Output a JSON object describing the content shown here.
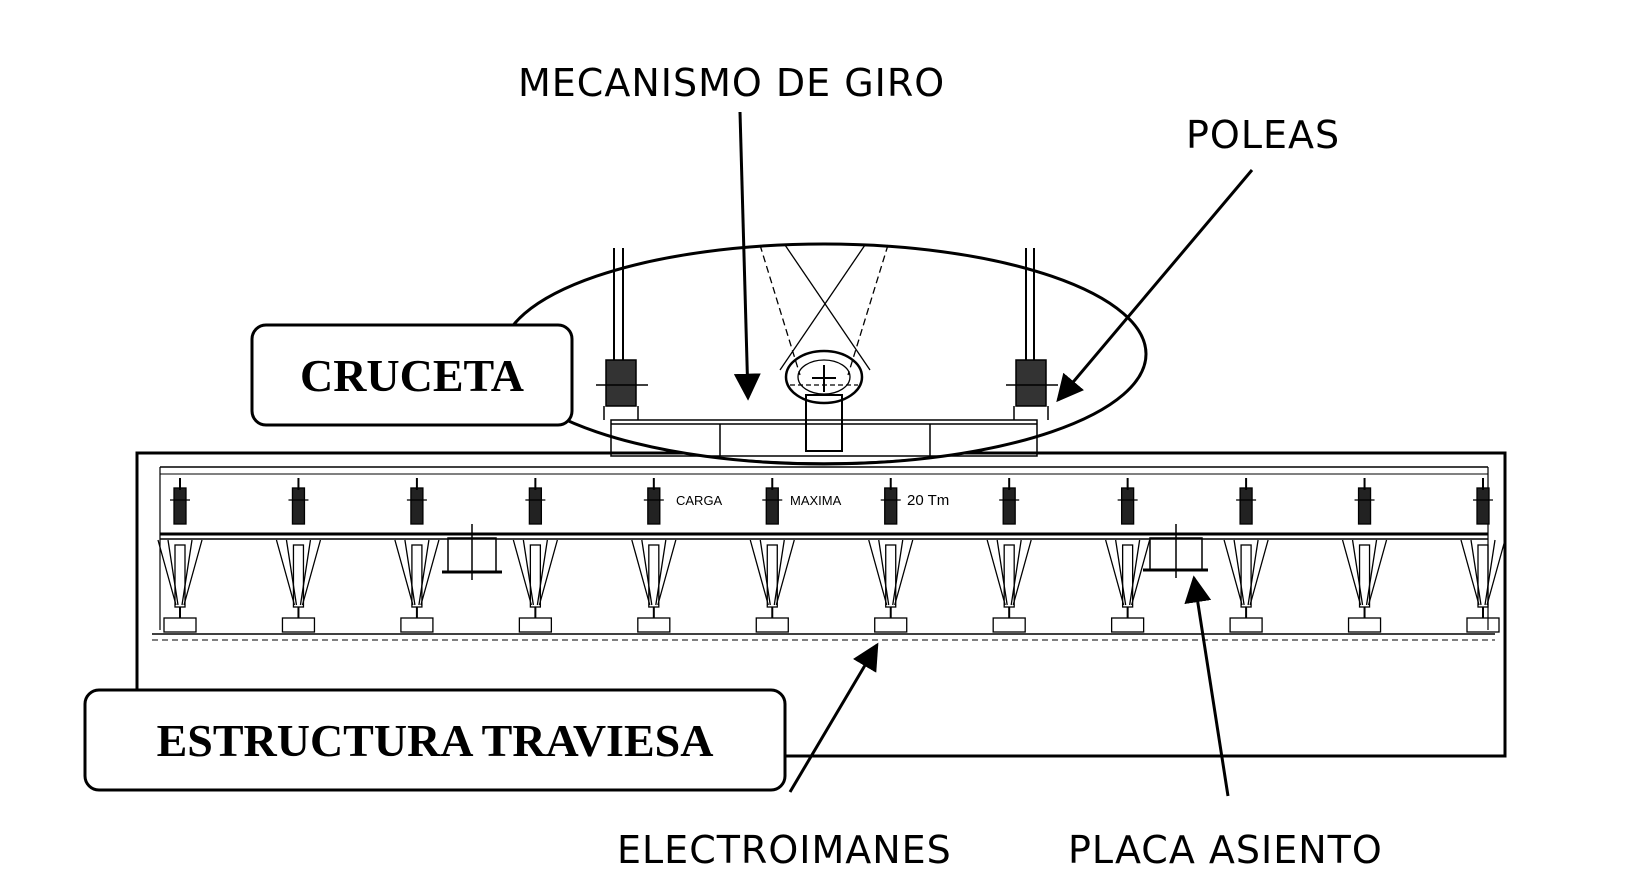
{
  "labels": {
    "mecanismo": "MECANISMO DE GIRO",
    "poleas": "POLEAS",
    "cruceta": "CRUCETA",
    "estructura": "ESTRUCTURA TRAVIESA",
    "electroimanes": "ELECTROIMANES",
    "placa": "PLACA ASIENTO"
  },
  "beam_text": {
    "carga": "CARGA",
    "maxima": "MAXIMA",
    "value": "20 Tm"
  },
  "magnet_count": 12,
  "colors": {
    "ink": "#000000",
    "background": "#ffffff"
  }
}
